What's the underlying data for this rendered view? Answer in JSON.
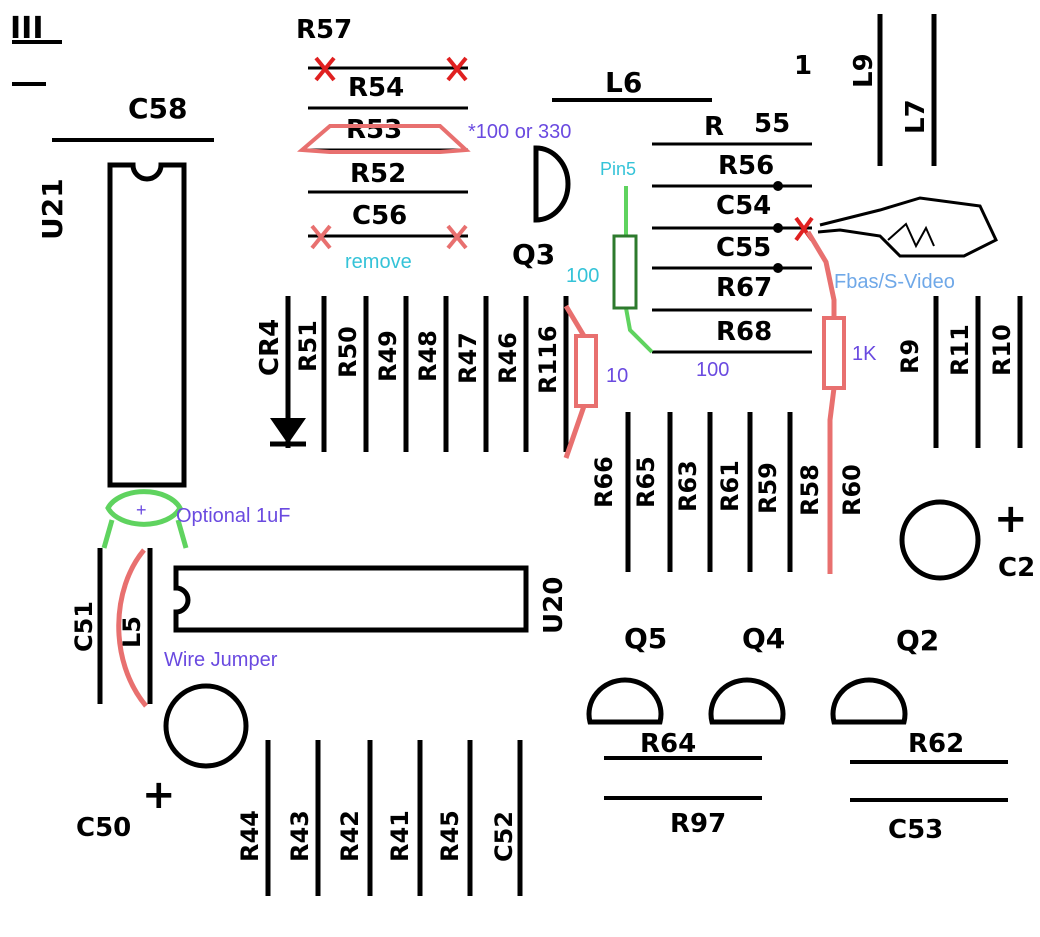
{
  "colors": {
    "trace": "#000000",
    "remove_mark": "#e02020",
    "mod_red": "#e8706f",
    "mod_green": "#5fd35f",
    "note_purple": "#6a4ae0",
    "note_cyan": "#35c3d8",
    "note_blue": "#6fa8e8"
  },
  "icons": [
    "x-mark-icon",
    "diode-icon",
    "plus-sign-icon",
    "capacitor-circle-icon",
    "transistor-icon"
  ],
  "components": {
    "top_left_fragment": "III",
    "dash": "—",
    "c58": "C58",
    "u21": "U21",
    "r57": "R57",
    "r54": "R54",
    "r53": "R53",
    "r52": "R52",
    "c56": "C56",
    "l6": "L6",
    "q3": "Q3",
    "r55_r": "R",
    "r55_num": "55",
    "r56": "R56",
    "c54": "C54",
    "c55": "C55",
    "r67": "R67",
    "r68": "R68",
    "pin1": "1",
    "l9": "L9",
    "l7": "L7",
    "cr4": "CR4",
    "r51": "R51",
    "r50": "R50",
    "r49": "R49",
    "r48": "R48",
    "r47": "R47",
    "r46": "R46",
    "r116": "R116",
    "r9": "R9",
    "r11": "R11",
    "r10": "R10",
    "r66": "R66",
    "r65": "R65",
    "r63": "R63",
    "r61": "R61",
    "r59": "R59",
    "r58": "R58",
    "r60": "R60",
    "c2": "C2",
    "c51": "C51",
    "l5": "L5",
    "u20": "U20",
    "q5": "Q5",
    "q4": "Q4",
    "q2": "Q2",
    "r64": "R64",
    "r62": "R62",
    "r97": "R97",
    "c53": "C53",
    "c50": "C50",
    "r44": "R44",
    "r43": "R43",
    "r42": "R42",
    "r41": "R41",
    "r45": "R45",
    "c52": "C52",
    "plus": "+"
  },
  "annotations": {
    "r53_value": "*100 or 330",
    "remove": "remove",
    "pin5": "Pin5",
    "res_100_green": "100",
    "res_100_bottom": "100",
    "res_10": "10",
    "res_1k": "1K",
    "fbas": "Fbas/S-Video",
    "optional_cap": "Optional 1uF",
    "cap_plus": "+",
    "wire_jumper": "Wire Jumper"
  }
}
